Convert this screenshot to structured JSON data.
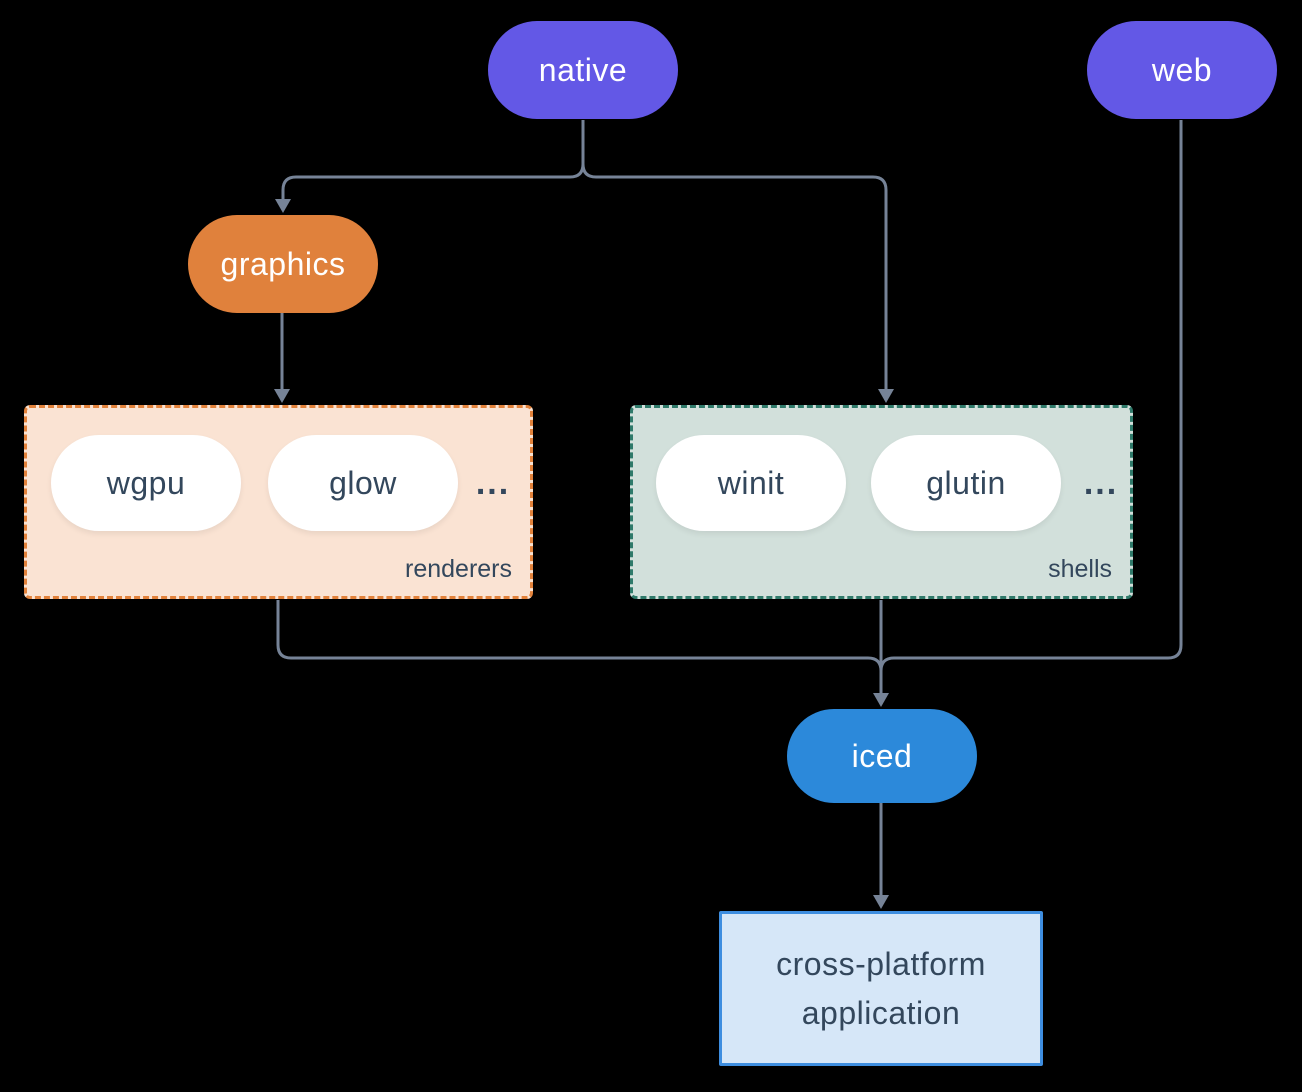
{
  "colors": {
    "background": "#000000",
    "purple": "#6358E6",
    "orange": "#E0813C",
    "blue": "#2C89DA",
    "slate_line": "#768397",
    "dark_text": "#33475C",
    "white": "#FFFFFF",
    "renderers_fill": "#FAE3D3",
    "renderers_border": "#E2823B",
    "shells_fill": "#D2E0DB",
    "shells_border": "#2F7A6A",
    "app_fill": "#D6E7F8",
    "app_border": "#3E8EE0"
  },
  "nodes": {
    "native": {
      "label": "native"
    },
    "web": {
      "label": "web"
    },
    "graphics": {
      "label": "graphics"
    },
    "iced": {
      "label": "iced"
    },
    "app": {
      "line1": "cross-platform",
      "line2": "application"
    }
  },
  "groups": {
    "renderers": {
      "label": "renderers",
      "items": [
        {
          "label": "wgpu"
        },
        {
          "label": "glow"
        }
      ],
      "more": "..."
    },
    "shells": {
      "label": "shells",
      "items": [
        {
          "label": "winit"
        },
        {
          "label": "glutin"
        }
      ],
      "more": "..."
    }
  }
}
